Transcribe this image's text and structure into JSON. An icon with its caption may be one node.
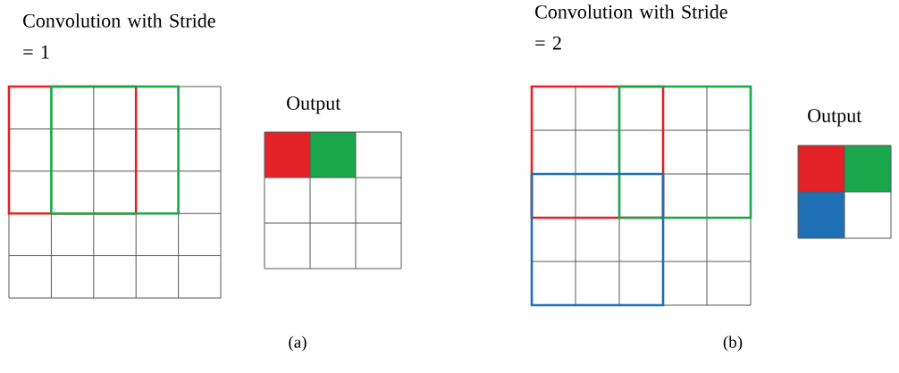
{
  "diagram": {
    "labels": [
      "Convolution with Stride = 1",
      "Output",
      "Convolution with Stride = 2",
      "Output",
      "(a)",
      "(b)"
    ]
  }
}
